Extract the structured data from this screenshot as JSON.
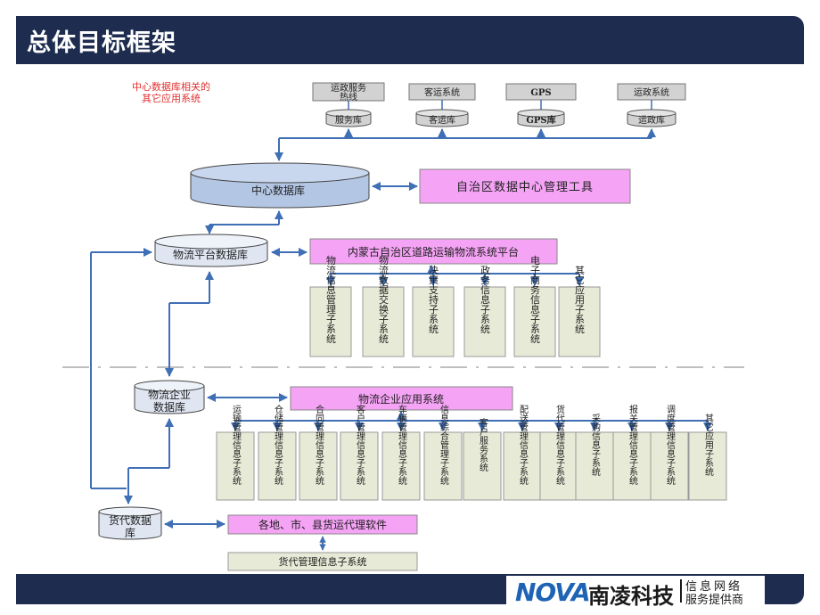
{
  "title": "总体目标框架",
  "note": [
    "中心数据库相关的",
    "其它应用系统"
  ],
  "top_systems": [
    {
      "name": [
        "运政服务",
        "热线"
      ],
      "db": "服务库"
    },
    {
      "name": [
        "客运系统"
      ],
      "db": "客运库"
    },
    {
      "name": [
        "GPS"
      ],
      "db": "GPS库"
    },
    {
      "name": [
        "运政系统"
      ],
      "db": "运政库"
    }
  ],
  "central_db": "中心数据库",
  "central_tool": "自治区数据中心管理工具",
  "platform_db": "物流平台数据库",
  "platform_system": "内蒙古自治区道路运输物流系统平台",
  "platform_subsystems": [
    "物流信息管理子系统",
    "物流数据交换子系统",
    "决策支持子系统",
    "政务信息子系统",
    "电子商务信息子系统",
    "其它应用子系统"
  ],
  "enterprise_db": [
    "物流企业",
    "数据库"
  ],
  "enterprise_system": "物流企业应用系统",
  "enterprise_subsystems": [
    "运输管理信息子系统",
    "仓储管理信息子系统",
    "合同管理信息子系统",
    "客户管理信息子系统",
    "车辆管理信息子系统",
    "信息综合管理子系统",
    "客户服务系统",
    "配送管理信息子系统",
    "货代管理信息子系统",
    "采购信息子系统",
    "报关管理信息子系统",
    "调度管理信息子系统",
    "其它应用子系统"
  ],
  "freight_db": [
    "货代数据",
    "库"
  ],
  "freight_software": "各地、市、县货运代理软件",
  "freight_subsystem": "货代管理信息子系统",
  "logo": {
    "brand": "NOVA",
    "name": "南凌科技",
    "tagline_1": "信息网络",
    "tagline_2": "服务提供商"
  },
  "colors": {
    "header": "#1d2c4f",
    "arrow": "#3f6fb5",
    "box_green": "#e6ead6",
    "box_pink": "#f5a3f5",
    "db_blue": "#b3c6e4",
    "db_light": "#dfe6f2",
    "box_gray": "#d2d2d2"
  }
}
